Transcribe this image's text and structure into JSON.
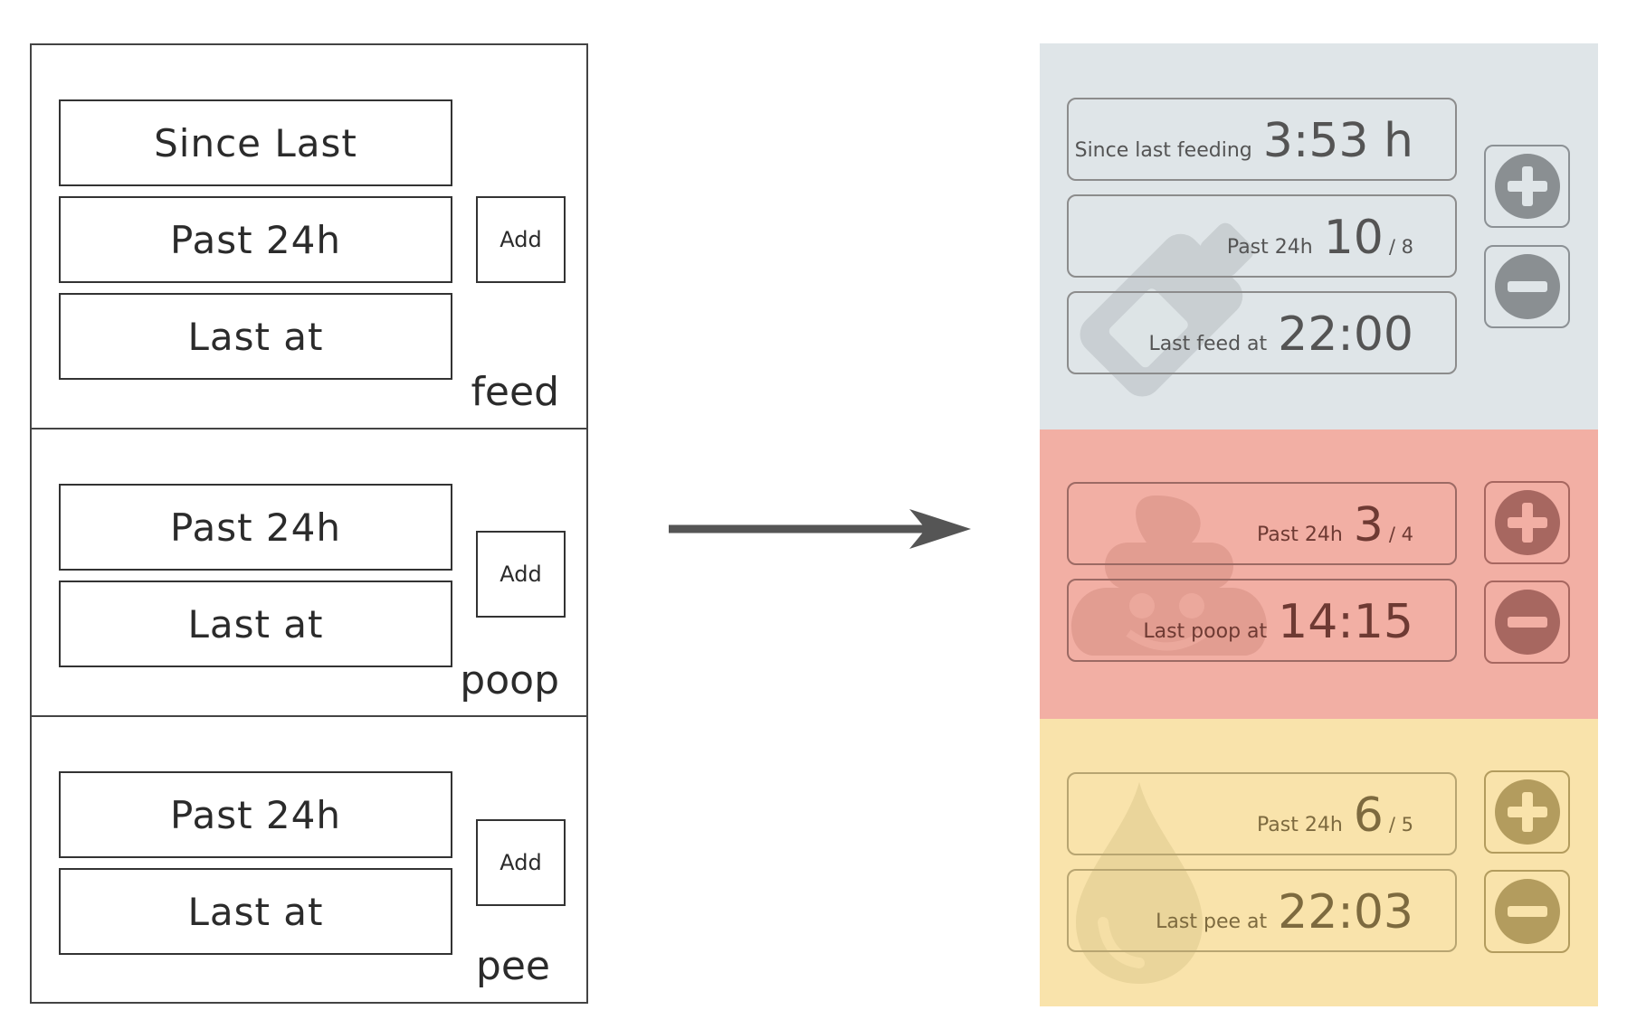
{
  "wireframe": {
    "feed": {
      "since_last": "Since Last",
      "past_24h": "Past 24h",
      "last_at": "Last at",
      "add": "Add",
      "label": "feed"
    },
    "poop": {
      "past_24h": "Past 24h",
      "last_at": "Last at",
      "add": "Add",
      "label": "poop"
    },
    "pee": {
      "past_24h": "Past 24h",
      "last_at": "Last at",
      "add": "Add",
      "label": "pee"
    }
  },
  "mockup": {
    "feed": {
      "bg": "#dfe5e8",
      "fg": "#545454",
      "accent": "#8a8f92",
      "since_label": "Since last feeding",
      "since_value": "3:53 h",
      "past_label": "Past 24h",
      "past_value": "10",
      "past_target": "/ 8",
      "last_label": "Last feed at",
      "last_value": "22:00"
    },
    "poop": {
      "bg": "#f2afa4",
      "fg": "#6e3a33",
      "accent": "#a76760",
      "past_label": "Past 24h",
      "past_value": "3",
      "past_target": "/ 4",
      "last_label": "Last poop at",
      "last_value": "14:15"
    },
    "pee": {
      "bg": "#f9e3ab",
      "fg": "#7d6a3f",
      "accent": "#b39c5e",
      "past_label": "Past 24h",
      "past_value": "6",
      "past_target": "/ 5",
      "last_label": "Last pee at",
      "last_value": "22:03"
    }
  },
  "icons": [
    "plus-icon",
    "minus-icon",
    "bottle-icon",
    "poop-icon",
    "droplet-icon",
    "arrow-right-icon"
  ]
}
